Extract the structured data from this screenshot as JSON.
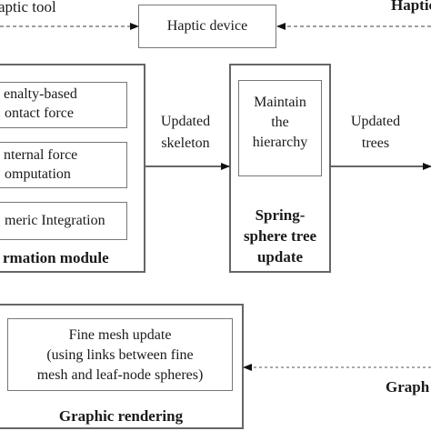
{
  "top": {
    "haptic_tool": "aptic tool",
    "haptic_device": "Haptic device",
    "haptic_right": "Haptic"
  },
  "deformation_module": {
    "title": "rmation module",
    "items": [
      {
        "line1": "enalty-based",
        "line2": "ontact force"
      },
      {
        "line1": "nternal force",
        "line2": "omputation"
      },
      {
        "line1": "meric Integration"
      }
    ]
  },
  "updated_skeleton": {
    "line1": "Updated",
    "line2": "skeleton"
  },
  "spring_sphere": {
    "inner_line1": "Maintain",
    "inner_line2": "the",
    "inner_line3": "hierarchy",
    "title_line1": "Spring-",
    "title_line2": "sphere tree",
    "title_line3": "update"
  },
  "updated_trees": {
    "line1": "Updated",
    "line2": "trees"
  },
  "graphic_rendering": {
    "inner_line1": "Fine mesh update",
    "inner_line2": "(using links between fine",
    "inner_line3": "mesh and leaf-node spheres)",
    "title": "Graphic rendering"
  },
  "graphic_right": "Graph"
}
